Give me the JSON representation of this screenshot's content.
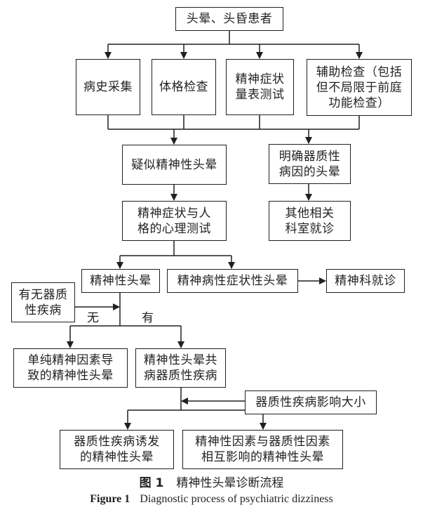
{
  "nodes": {
    "patients": "头晕、头昏患者",
    "history": "病史采集",
    "physical": "体格检查",
    "scale_l1": "精神症状",
    "scale_l2": "量表测试",
    "aux_l1": "辅助检查（包括",
    "aux_l2": "但不局限于前庭",
    "aux_l3": "功能检查）",
    "suspected": "疑似精神性头晕",
    "organic_l1": "明确器质性",
    "organic_l2": "病因的头晕",
    "psytest_l1": "精神症状与人",
    "psytest_l2": "格的心理测试",
    "other_l1": "其他相关",
    "other_l2": "科室就诊",
    "psych_dizzy": "精神性头晕",
    "psychotic_dizzy": "精神病性症状性头晕",
    "psychiatry_visit": "精神科就诊",
    "organic_q_l1": "有无器质",
    "organic_q_l2": "性疾病",
    "pure_l1": "单纯精神因素导",
    "pure_l2": "致的精神性头晕",
    "comorbid_l1": "精神性头晕共",
    "comorbid_l2": "病器质性疾病",
    "impact": "器质性疾病影响大小",
    "induced_l1": "器质性疾病诱发",
    "induced_l2": "的精神性头晕",
    "interact_l1": "精神性因素与器质性因素",
    "interact_l2": "相互影响的精神性头晕"
  },
  "edge_labels": {
    "no": "无",
    "yes": "有"
  },
  "caption": {
    "cn_label": "图 1",
    "cn_text": "精神性头晕诊断流程",
    "en_label": "Figure 1",
    "en_text": "Diagnostic process of psychiatric dizziness"
  }
}
